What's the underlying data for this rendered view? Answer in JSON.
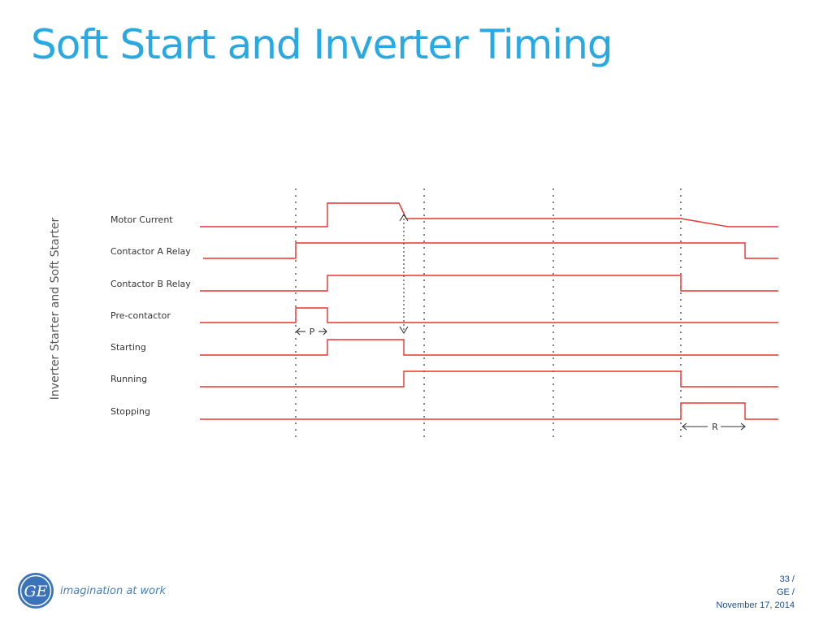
{
  "slide": {
    "title": "Soft Start and Inverter Timing"
  },
  "diagram": {
    "axis_label": "Inverter Starter and Soft Starter",
    "signals": [
      {
        "label": "Motor Current"
      },
      {
        "label": "Contactor A Relay"
      },
      {
        "label": "Contactor B Relay"
      },
      {
        "label": "Pre-contactor"
      },
      {
        "label": "Starting"
      },
      {
        "label": "Running"
      },
      {
        "label": "Stopping"
      }
    ],
    "intervals": {
      "p_label": "P",
      "r_label": "R"
    },
    "colors": {
      "signal": "#e8322f",
      "label": "#333333",
      "guide": "#333333"
    }
  },
  "footer": {
    "logo_text": "GE",
    "tagline": "imagination at work",
    "page": "33 /",
    "org": "GE /",
    "date": "November 17, 2014"
  }
}
